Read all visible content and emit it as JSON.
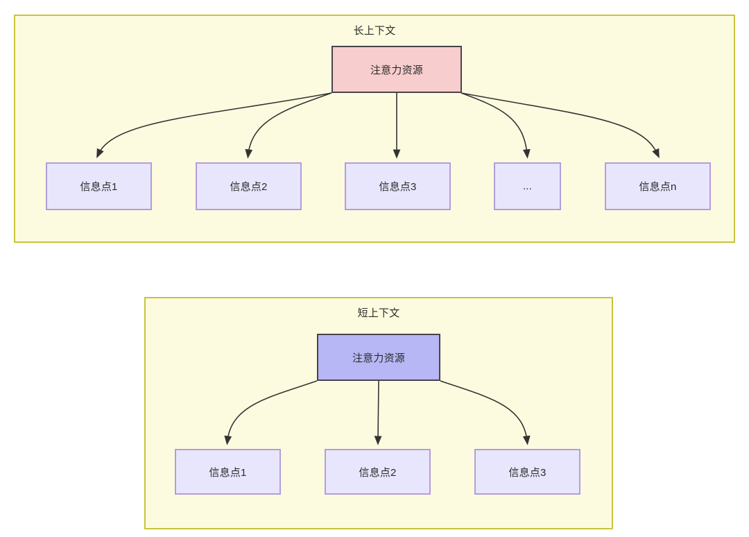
{
  "diagram": {
    "type": "tree-diagram",
    "background": "#ffffff",
    "groups": [
      {
        "id": "long-context",
        "title": "长上下文",
        "frame_color": "#c8c43a",
        "fill": "#fdfbdf",
        "root": {
          "label": "注意力资源",
          "fill": "#f8cdcd",
          "border": "#46434b"
        },
        "children": [
          {
            "label": "信息点1",
            "fill": "#e8e6fc",
            "border": "#b39ddb"
          },
          {
            "label": "信息点2",
            "fill": "#e8e6fc",
            "border": "#b39ddb"
          },
          {
            "label": "信息点3",
            "fill": "#e8e6fc",
            "border": "#b39ddb"
          },
          {
            "label": "...",
            "fill": "#e8e6fc",
            "border": "#b39ddb"
          },
          {
            "label": "信息点n",
            "fill": "#e8e6fc",
            "border": "#b39ddb"
          }
        ]
      },
      {
        "id": "short-context",
        "title": "短上下文",
        "frame_color": "#c8c43a",
        "fill": "#fdfbdf",
        "root": {
          "label": "注意力资源",
          "fill": "#b7b7f5",
          "border": "#46434b"
        },
        "children": [
          {
            "label": "信息点1",
            "fill": "#e8e6fc",
            "border": "#b39ddb"
          },
          {
            "label": "信息点2",
            "fill": "#e8e6fc",
            "border": "#b39ddb"
          },
          {
            "label": "信息点3",
            "fill": "#e8e6fc",
            "border": "#b39ddb"
          }
        ]
      }
    ],
    "edge_color": "#333333"
  }
}
